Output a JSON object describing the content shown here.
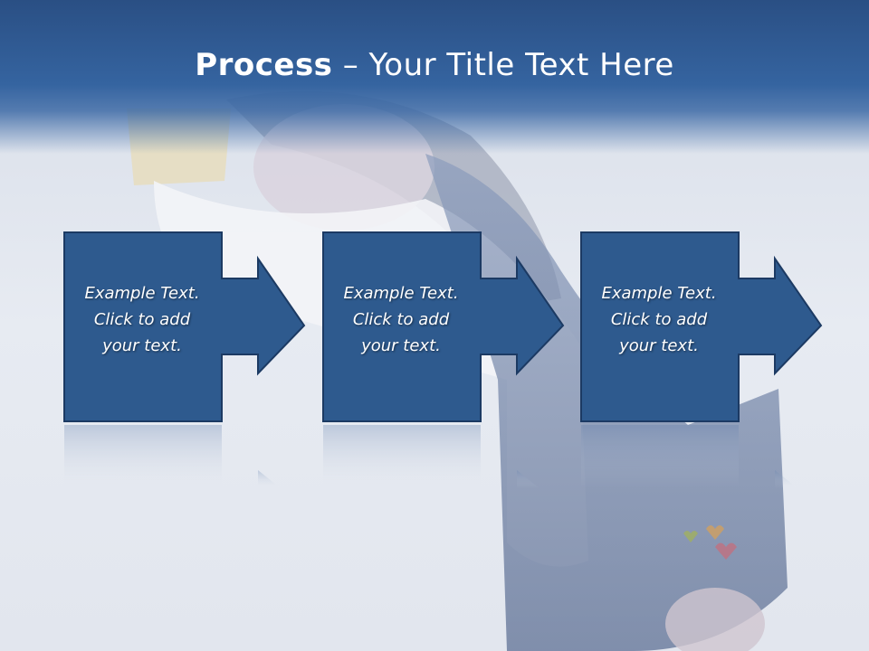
{
  "slide": {
    "title_bold": "Process",
    "title_rest": " – Your Title Text Here"
  },
  "steps": [
    {
      "text": "Example Text.\nClick  to add\nyour text."
    },
    {
      "text": "Example Text.\nClick  to add\nyour text."
    },
    {
      "text": "Example Text.\nClick  to add\nyour text."
    }
  ],
  "colors": {
    "box_fill": "#2e5a8e",
    "box_border": "#1c3a63",
    "title_band": "#2e5891",
    "text": "#ffffff"
  }
}
